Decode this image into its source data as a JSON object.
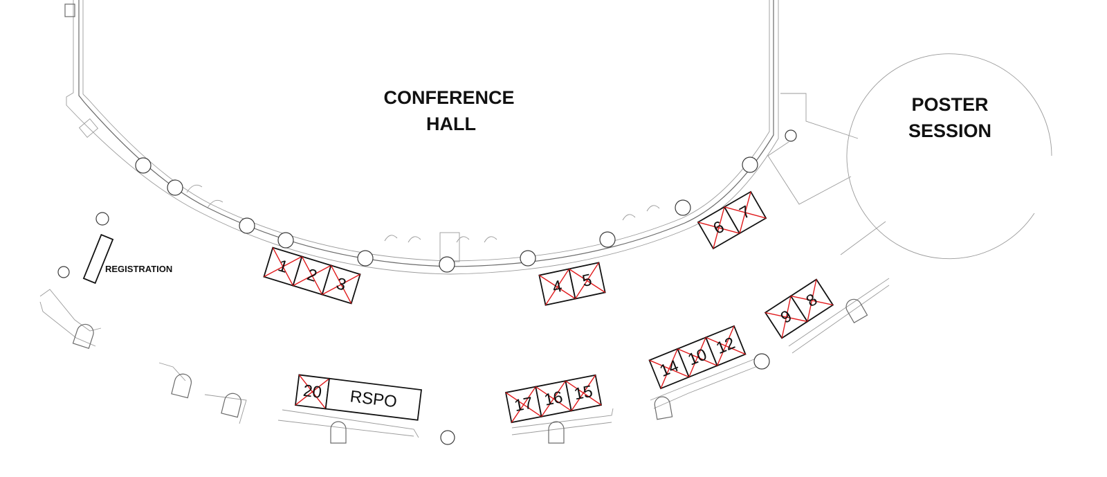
{
  "areas": {
    "conference_hall": [
      "CONFERENCE",
      "HALL"
    ],
    "poster_session": [
      "POSTER",
      "SESSION"
    ],
    "registration": "REGISTRATION"
  },
  "booth_groups": [
    {
      "group": "inner-left",
      "booths": [
        {
          "number": "1",
          "unavailable": true
        },
        {
          "number": "2",
          "unavailable": true
        },
        {
          "number": "3",
          "unavailable": true
        }
      ]
    },
    {
      "group": "inner-center",
      "booths": [
        {
          "number": "4",
          "unavailable": true
        },
        {
          "number": "5",
          "unavailable": true
        }
      ]
    },
    {
      "group": "inner-right",
      "booths": [
        {
          "number": "6",
          "unavailable": true
        },
        {
          "number": "7",
          "unavailable": true
        }
      ]
    },
    {
      "group": "outer-right",
      "booths": [
        {
          "number": "9",
          "unavailable": true
        },
        {
          "number": "8",
          "unavailable": true
        }
      ]
    },
    {
      "group": "outer-right-mid",
      "booths": [
        {
          "number": "14",
          "unavailable": true
        },
        {
          "number": "10",
          "unavailable": true
        },
        {
          "number": "12",
          "unavailable": true
        }
      ]
    },
    {
      "group": "outer-center",
      "booths": [
        {
          "number": "17",
          "unavailable": true
        },
        {
          "number": "16",
          "unavailable": true
        },
        {
          "number": "15",
          "unavailable": true
        }
      ]
    },
    {
      "group": "outer-left",
      "booths": [
        {
          "number": "20",
          "unavailable": true
        }
      ]
    }
  ],
  "sponsor_booth": {
    "label": "RSPO"
  },
  "colors": {
    "unavailable_mark": "#e0191b",
    "booth_outline": "#111111",
    "wall": "#6a6a6a"
  }
}
